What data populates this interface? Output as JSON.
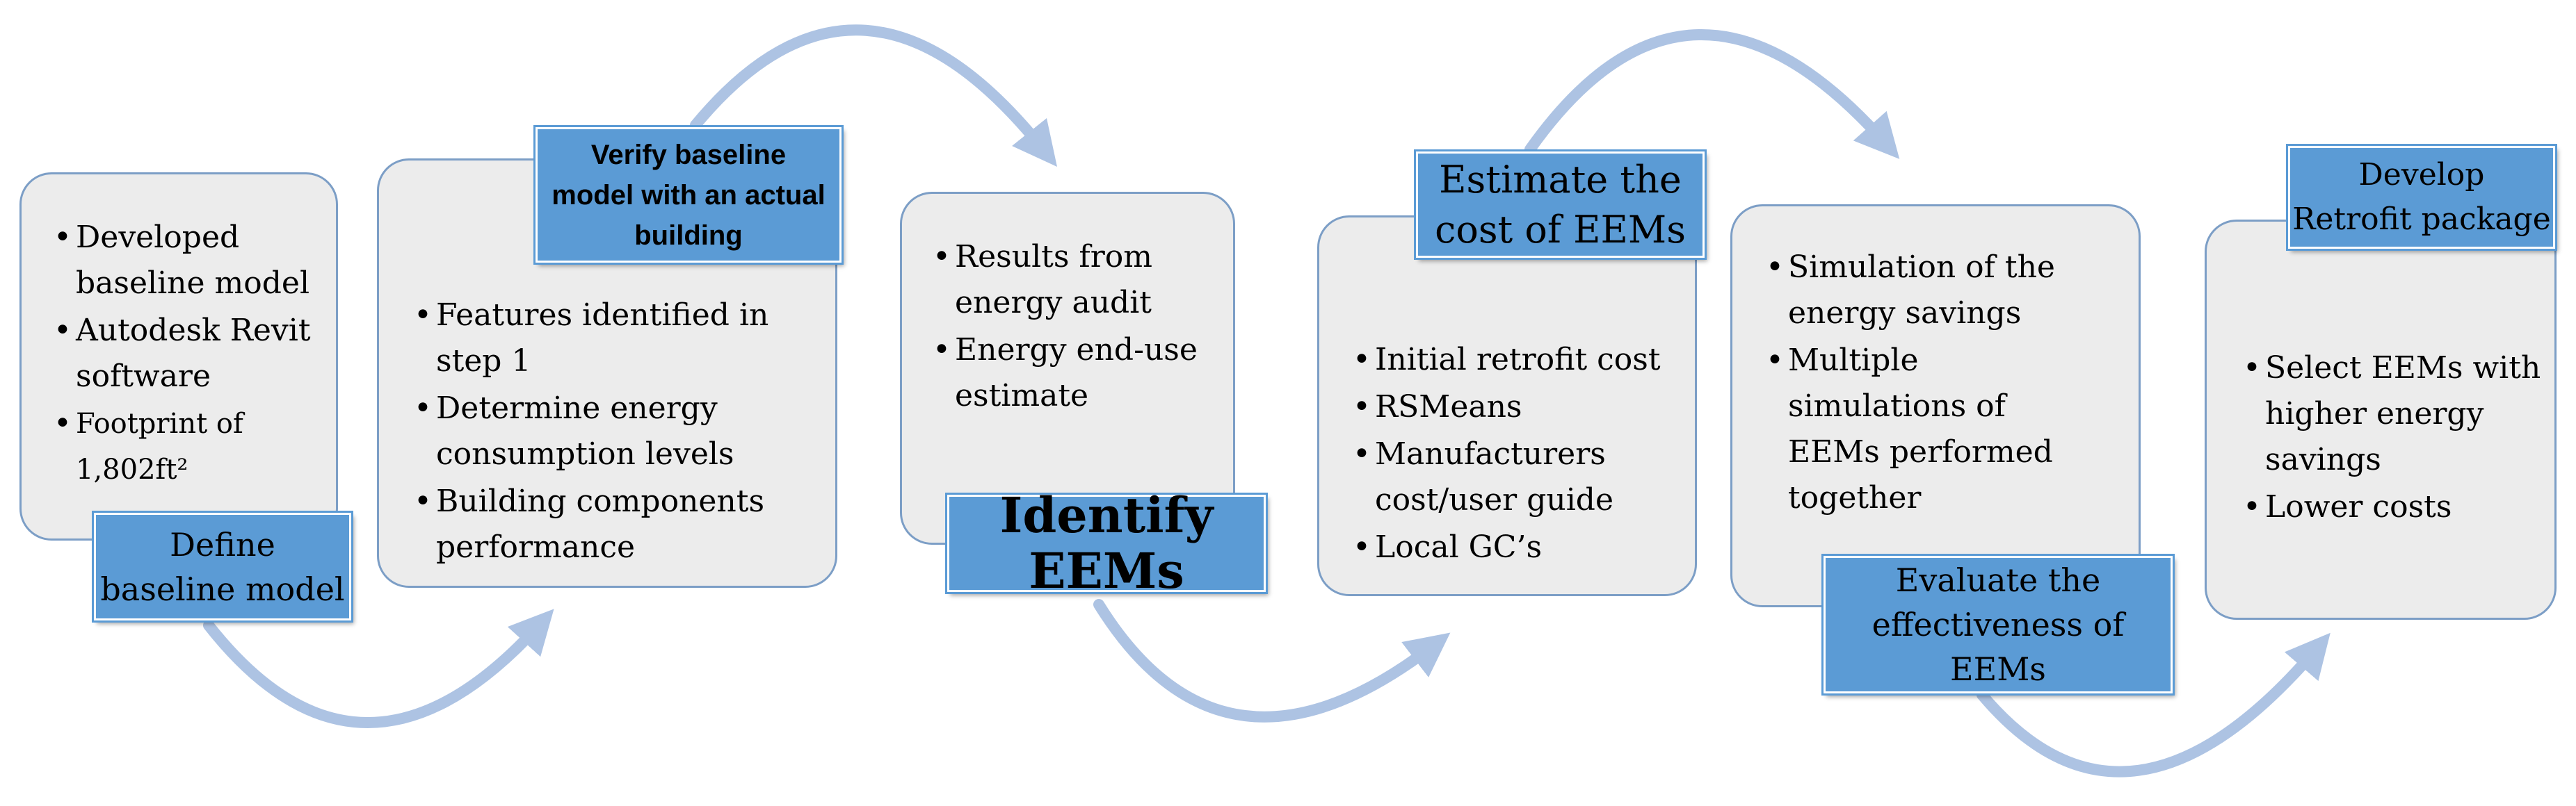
{
  "steps": [
    {
      "title": "Define\nbaseline model",
      "bullets": [
        "Developed baseline model",
        "Autodesk Revit software",
        "Footprint of 1,802ft²"
      ]
    },
    {
      "title": "Verify baseline\nmodel with an actual\nbuilding",
      "bullets": [
        "Features identified in step 1",
        "Determine energy consumption levels",
        "Building components performance"
      ]
    },
    {
      "title": "Identify EEMs",
      "bullets": [
        "Results from energy audit",
        "Energy end-use estimate"
      ]
    },
    {
      "title": "Estimate the\ncost of EEMs",
      "bullets": [
        "Initial retrofit cost",
        "RSMeans",
        "Manufacturers cost/user guide",
        "Local GC’s"
      ]
    },
    {
      "title": "Evaluate the\neffectiveness of\nEEMs",
      "bullets": [
        "Simulation of the energy savings",
        "Multiple simulations of EEMs performed together"
      ]
    },
    {
      "title": "Develop\nRetrofit package",
      "bullets": [
        "Select EEMs with higher energy savings",
        "Lower costs"
      ]
    }
  ],
  "colors": {
    "box_fill": "#ececec",
    "box_border": "#7c9ec6",
    "label_fill": "#5b9bd5",
    "arrow": "#adc3e3"
  }
}
